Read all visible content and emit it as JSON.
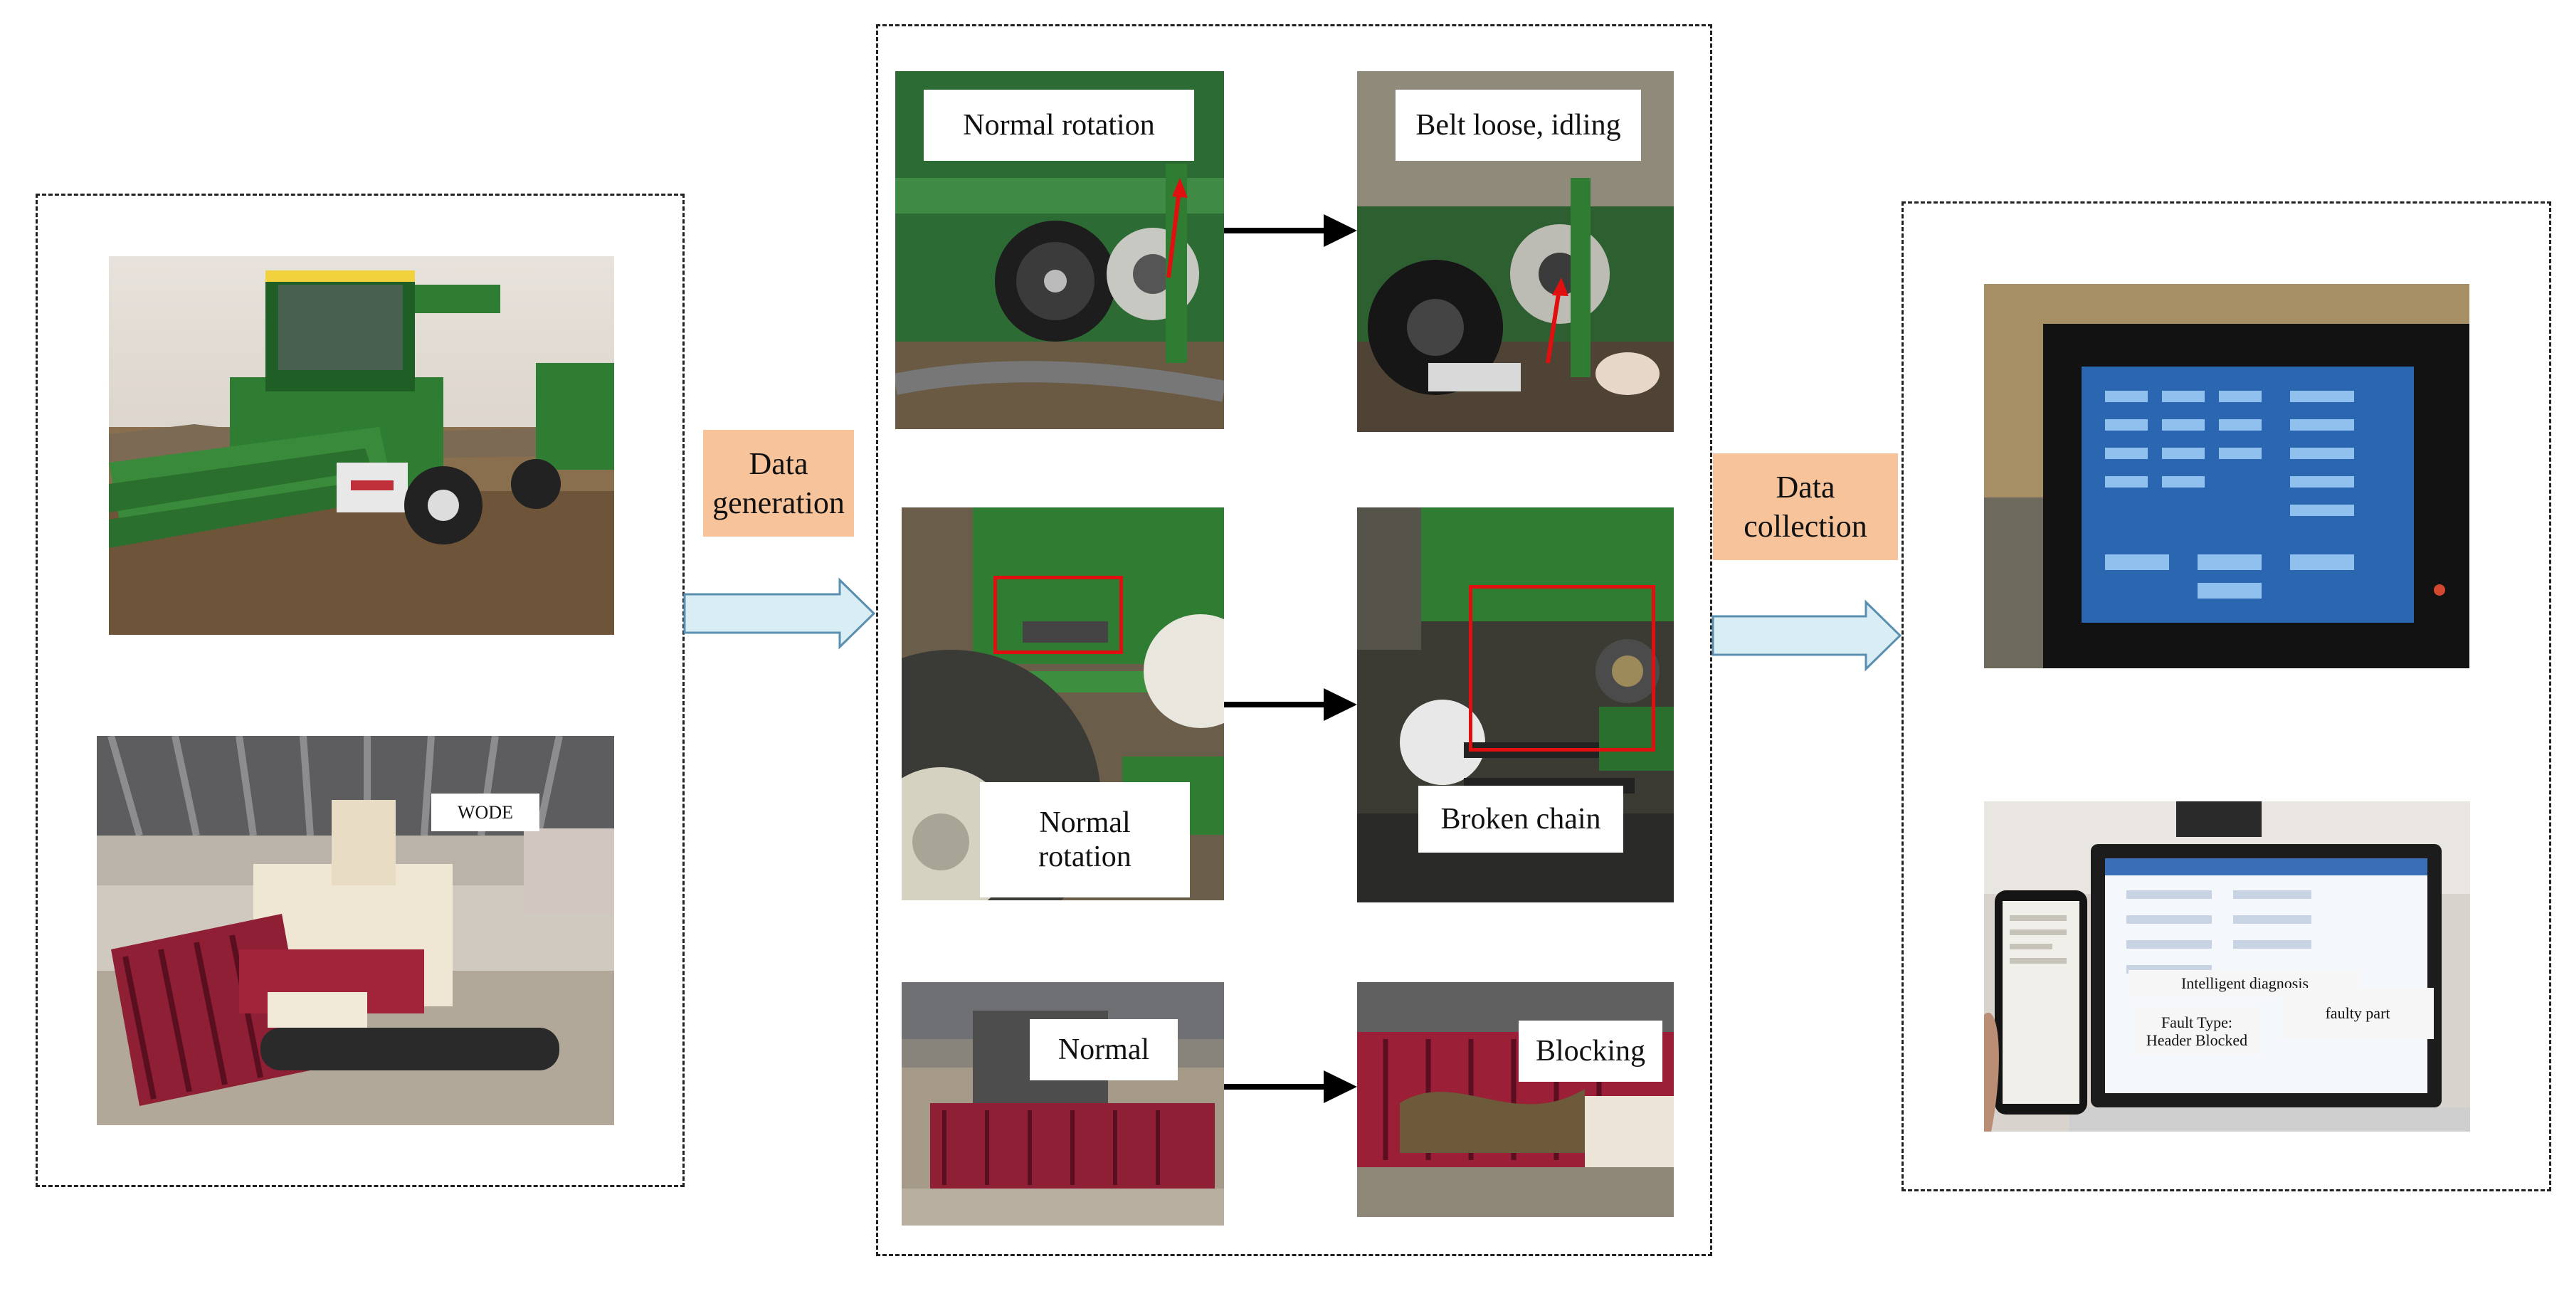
{
  "colors": {
    "dashed_border": "#222222",
    "process_tag": "#f7c39b",
    "block_arrow_fill": "#d9edf5",
    "block_arrow_stroke": "#5a8fb0",
    "flow_arrow": "#000000",
    "highlight_box": "#e01010",
    "machine_green": "#2f7d32",
    "machine_red": "#a2243a"
  },
  "process": {
    "generation": "Data\ngeneration",
    "collection": "Data\ncollection"
  },
  "sources": {
    "wheat_harvester_label": "WODE"
  },
  "faults": [
    {
      "normal": "Normal rotation",
      "fault": "Belt loose, idling"
    },
    {
      "normal": "Normal\nrotation",
      "fault": "Broken chain"
    },
    {
      "normal": "Normal",
      "fault": "Blocking"
    }
  ],
  "diagnosis": {
    "title": "Intelligent diagnosis",
    "fault_type": "Fault Type:\nHeader Blocked",
    "faulty_part": "faulty part"
  }
}
